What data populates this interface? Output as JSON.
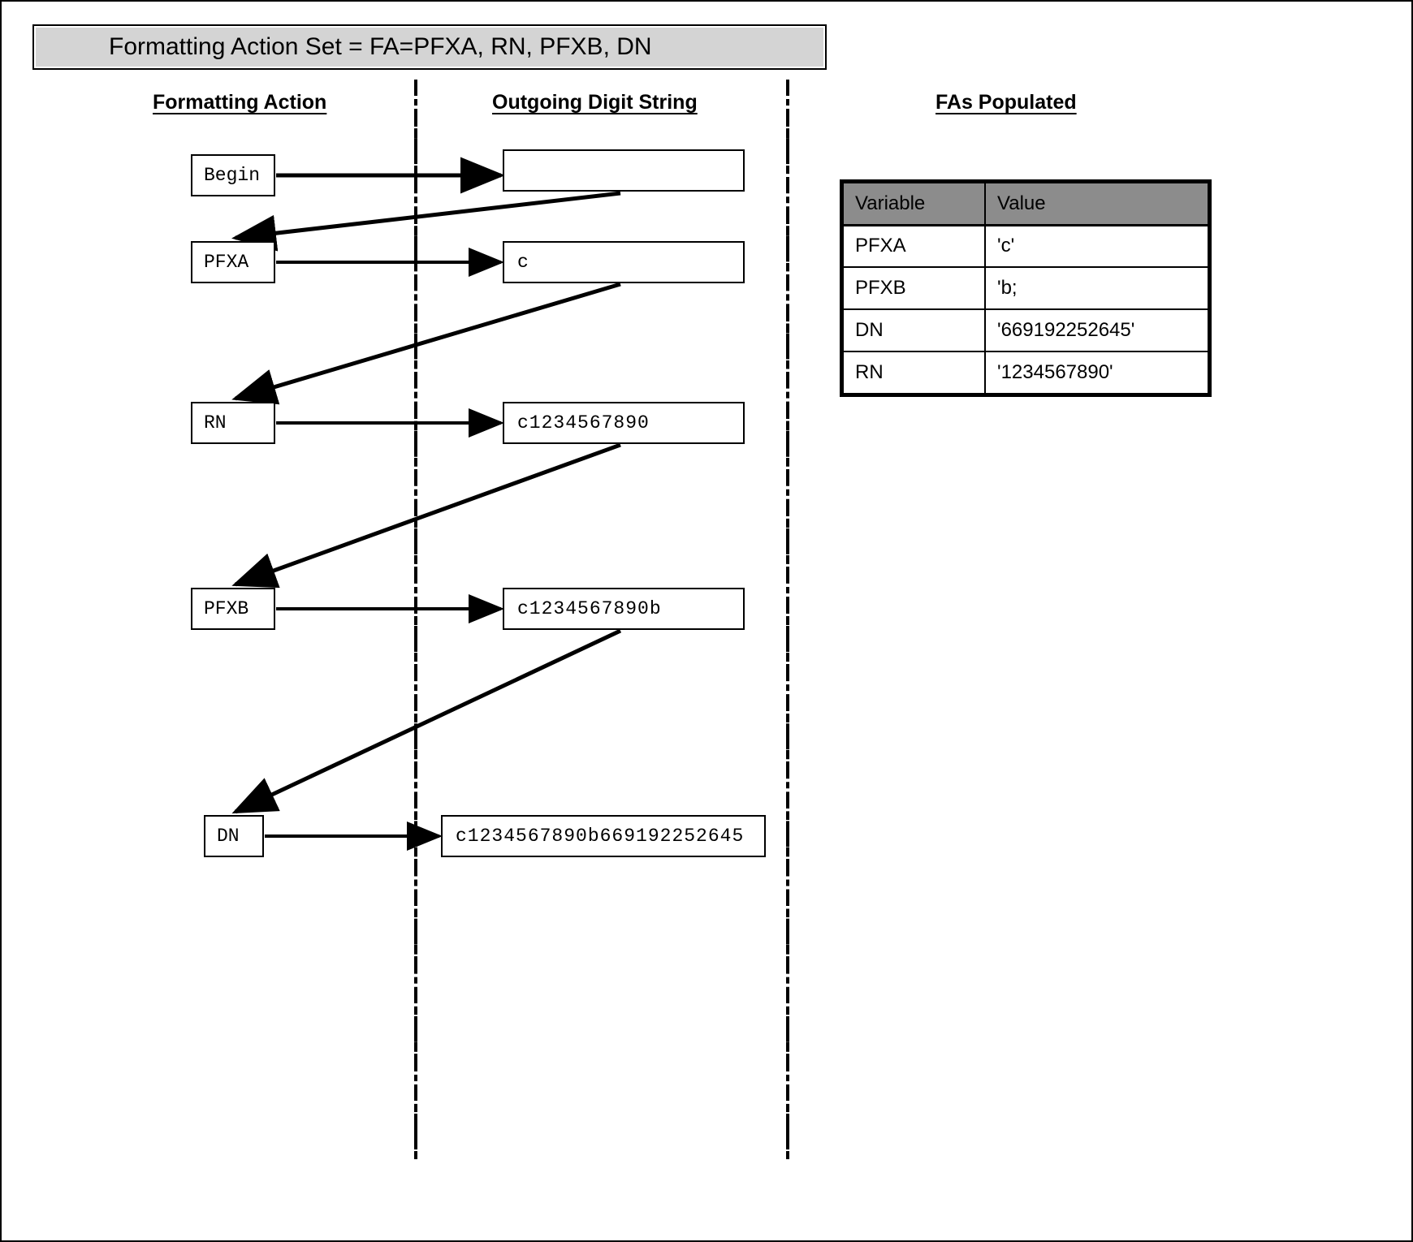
{
  "title": {
    "text": "Formatting Action Set = FA=PFXA, RN, PFXB, DN"
  },
  "headers": {
    "formatting_action": "Formatting Action",
    "outgoing_digit_string": "Outgoing Digit String",
    "fas_populated": "FAs Populated"
  },
  "flow": {
    "steps": [
      {
        "action": "Begin",
        "digit_string": ""
      },
      {
        "action": "PFXA",
        "digit_string": "c"
      },
      {
        "action": "RN",
        "digit_string": "c1234567890"
      },
      {
        "action": "PFXB",
        "digit_string": "c1234567890b"
      },
      {
        "action": "DN",
        "digit_string": "c1234567890b669192252645"
      }
    ]
  },
  "fa_table": {
    "columns": [
      "Variable",
      "Value"
    ],
    "rows": [
      {
        "variable": "PFXA",
        "value": "'c'"
      },
      {
        "variable": "PFXB",
        "value": "'b;"
      },
      {
        "variable": "DN",
        "value": "'669192252645'"
      },
      {
        "variable": "RN",
        "value": "'1234567890'"
      }
    ]
  },
  "colors": {
    "banner_fill": "#d4d4d4",
    "table_header_fill": "#8c8c8c",
    "line": "#000000",
    "background": "#ffffff"
  }
}
